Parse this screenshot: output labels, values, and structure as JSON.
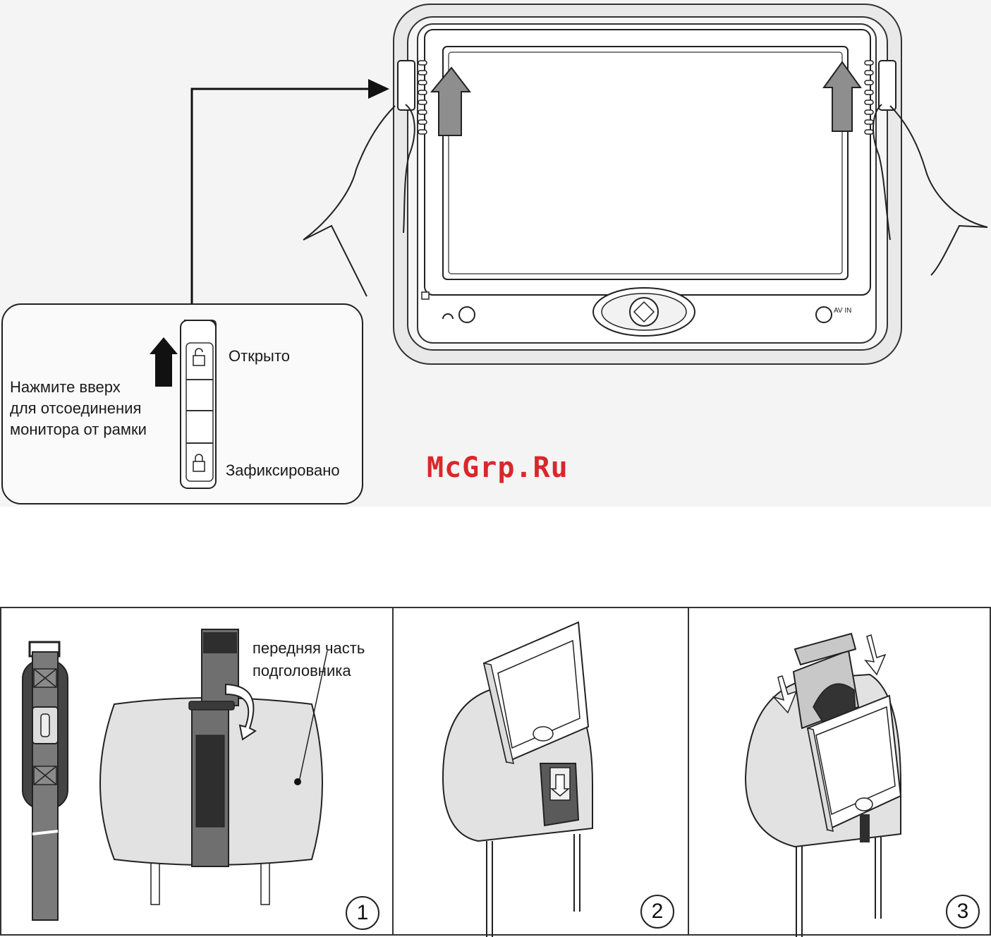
{
  "top_section": {
    "callout": {
      "instruction": [
        "Нажмите вверх",
        "для отсоединения",
        "монитора от рамки"
      ],
      "open_label": "Открыто",
      "locked_label": "Зафиксировано"
    },
    "monitor": {
      "av_label": "AV  IN"
    },
    "watermark": "McGrp.Ru"
  },
  "steps": [
    {
      "number": "1",
      "annotation": [
        "передняя часть",
        "подголовника"
      ]
    },
    {
      "number": "2"
    },
    {
      "number": "3"
    }
  ]
}
